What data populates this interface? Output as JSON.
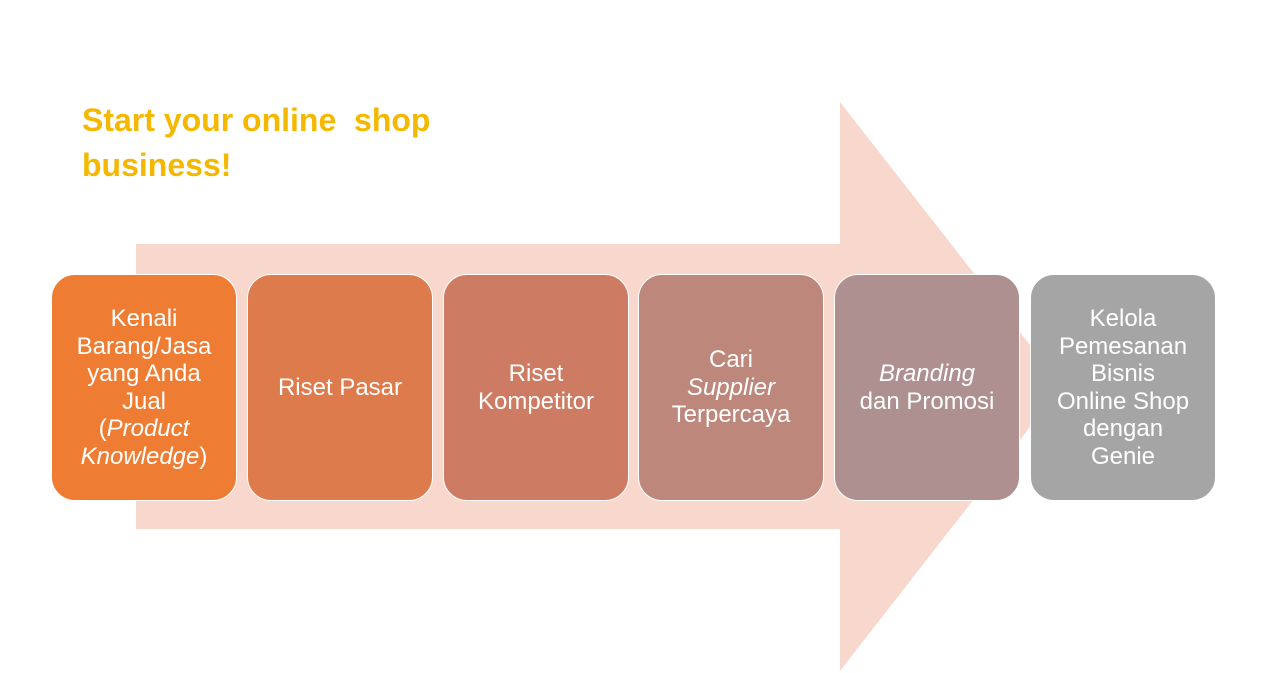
{
  "title": {
    "line1": "Start your online  shop",
    "line2": "business!"
  },
  "colors": {
    "title": "#f5b800",
    "arrow": "#f8d8cd",
    "step1": "#ee7d33",
    "step2": "#de7b4c",
    "step3": "#cd7c63",
    "step4": "#bd877b",
    "step5": "#ae9090",
    "step6": "#a5a5a5"
  },
  "steps": [
    {
      "lines": [
        "Kenali",
        "Barang/Jasa",
        "yang Anda",
        "Jual"
      ],
      "pre": "(",
      "em": "Product Knowledge",
      "post": ")"
    },
    {
      "lines": [
        "Riset Pasar"
      ]
    },
    {
      "lines": [
        "Riset",
        "Kompetitor"
      ]
    },
    {
      "line1": "Cari",
      "em": "Supplier",
      "line3": "Terpercaya"
    },
    {
      "em": "Branding",
      "line2": "dan Promosi"
    },
    {
      "lines": [
        "Kelola",
        "Pemesanan",
        "Bisnis",
        "Online Shop",
        "dengan",
        "Genie"
      ]
    }
  ]
}
